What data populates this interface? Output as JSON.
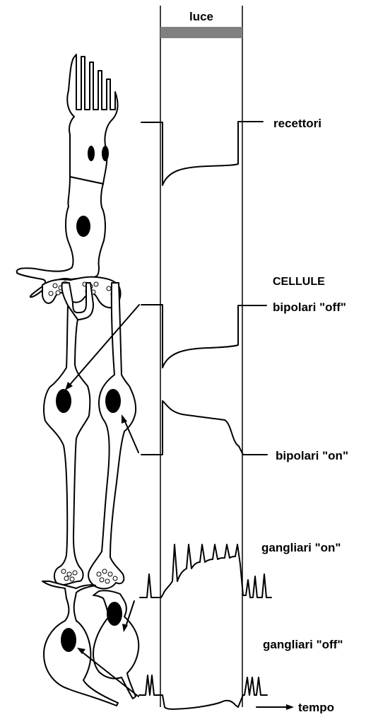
{
  "labels": {
    "light": "luce",
    "receptors": "recettori",
    "cells_heading": "CELLULE",
    "bipolar_off": "bipolari \"off\"",
    "bipolar_on": "bipolari \"on\"",
    "ganglion_on": "gangliari \"on\"",
    "ganglion_off": "gangliari \"off\"",
    "time": "tempo"
  },
  "colors": {
    "stimulus_bar": "#808080",
    "ink": "#000000"
  }
}
